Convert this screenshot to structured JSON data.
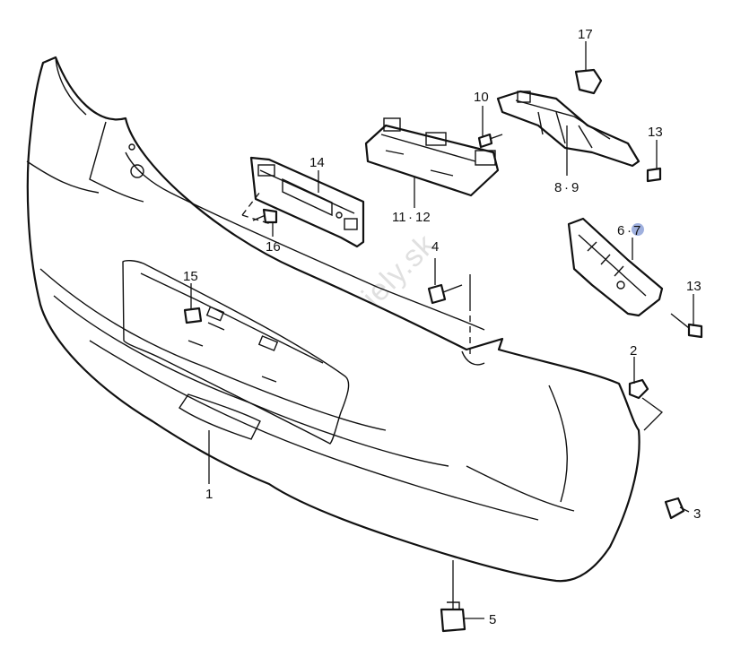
{
  "watermark": "www.suzuki-diely.sk",
  "highlight_color": "#8ea2d8",
  "callouts": [
    {
      "id": "1",
      "text": "1"
    },
    {
      "id": "2",
      "text": "2"
    },
    {
      "id": "3",
      "text": "3"
    },
    {
      "id": "4",
      "text": "4"
    },
    {
      "id": "5",
      "text": "5"
    },
    {
      "id": "6",
      "text": "6"
    },
    {
      "id": "7",
      "text": "7"
    },
    {
      "id": "8",
      "text": "8"
    },
    {
      "id": "9",
      "text": "9"
    },
    {
      "id": "10",
      "text": "10"
    },
    {
      "id": "11",
      "text": "11"
    },
    {
      "id": "12",
      "text": "12"
    },
    {
      "id": "13a",
      "text": "13"
    },
    {
      "id": "13b",
      "text": "13"
    },
    {
      "id": "14",
      "text": "14"
    },
    {
      "id": "15",
      "text": "15"
    },
    {
      "id": "16",
      "text": "16"
    },
    {
      "id": "17",
      "text": "17"
    }
  ],
  "separator": "·"
}
